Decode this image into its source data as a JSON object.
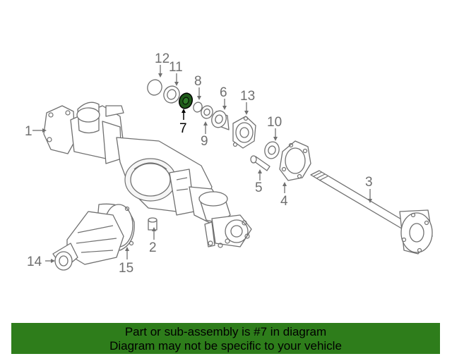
{
  "diagram": {
    "highlighted_part": "7",
    "callouts": {
      "p1": "1",
      "p2": "2",
      "p3": "3",
      "p4": "4",
      "p5": "5",
      "p6": "6",
      "p7": "7",
      "p8": "8",
      "p9": "9",
      "p10": "10",
      "p11": "11",
      "p12": "12",
      "p13": "13",
      "p14": "14",
      "p15": "15"
    },
    "highlight_color": "#1f5a1a"
  },
  "banner": {
    "line1": "Part or sub-assembly is #7 in diagram",
    "line2": "Diagram may not be specific to your vehicle",
    "background": "#2e7d1b"
  }
}
